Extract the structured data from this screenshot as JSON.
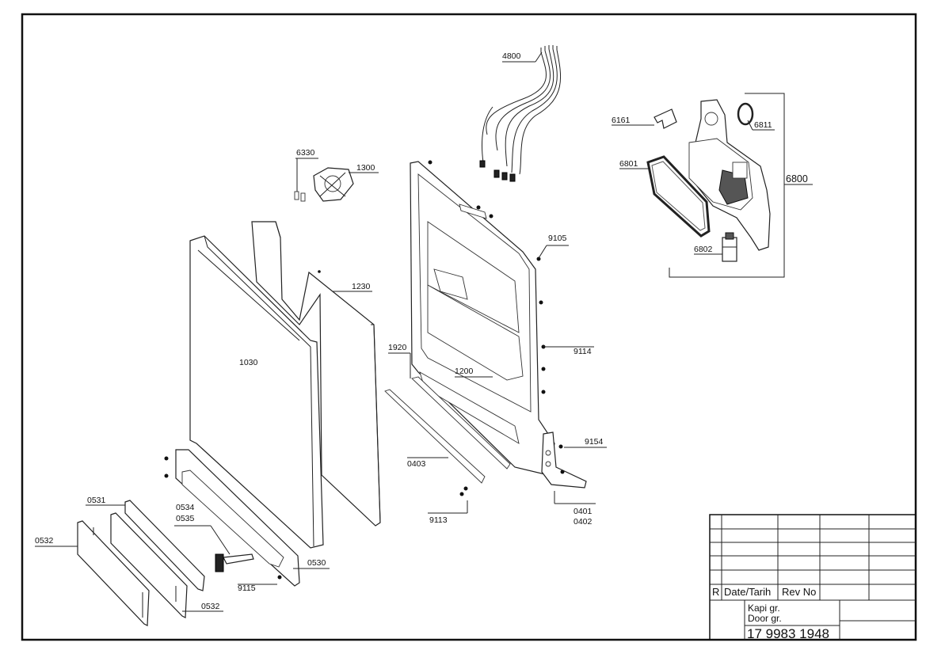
{
  "labels": {
    "p4800": "4800",
    "p6161": "6161",
    "p6811": "6811",
    "p6801": "6801",
    "p6800": "6800",
    "p6802": "6802",
    "p6330": "6330",
    "p1300": "1300",
    "p9105": "9105",
    "p1230": "1230",
    "p1030": "1030",
    "p9114": "9114",
    "p1920": "1920",
    "p1200": "1200",
    "p9154": "9154",
    "p0403": "0403",
    "p0401": "0401",
    "p0402": "0402",
    "p9113": "9113",
    "p0531": "0531",
    "p0534": "0534",
    "p0535": "0535",
    "p0532a": "0532",
    "p0530": "0530",
    "p9115": "9115",
    "p0532b": "0532"
  },
  "title_block": {
    "rev_mark": "R",
    "date_header": "Date/Tarih",
    "rev_header": "Rev No",
    "name_tr": "Kapi gr.",
    "name_en": "Door gr.",
    "drawing_number": "17 9983 1948"
  }
}
